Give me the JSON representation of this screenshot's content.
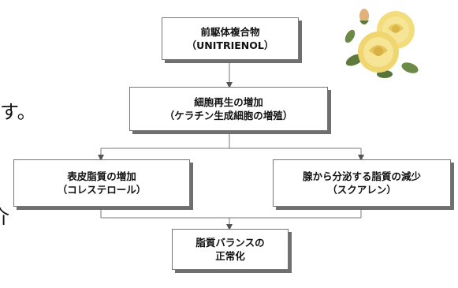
{
  "nodes": {
    "precursor": {
      "line1": "前駆体複合物",
      "line2": "（UNITRIENOL）"
    },
    "regeneration": {
      "line1": "細胞再生の増加",
      "line2": "（ケラチン生成細胞の増殖）"
    },
    "epidermal": {
      "line1": "表皮脂質の増加",
      "line2": "（コレステロール）"
    },
    "sebaceous": {
      "line1": "腺から分泌する脂質の減少",
      "line2": "（スクアレン）"
    },
    "balance": {
      "line1": "脂質バランスの",
      "line2": "正常化"
    }
  },
  "fragments": {
    "left_text": "す。",
    "left_glyph": "介"
  },
  "colors": {
    "line": "#777777",
    "shadow": "#6f6f6f",
    "rose_petal": "#f2dc7c",
    "rose_leaf": "#5d7a3c"
  }
}
